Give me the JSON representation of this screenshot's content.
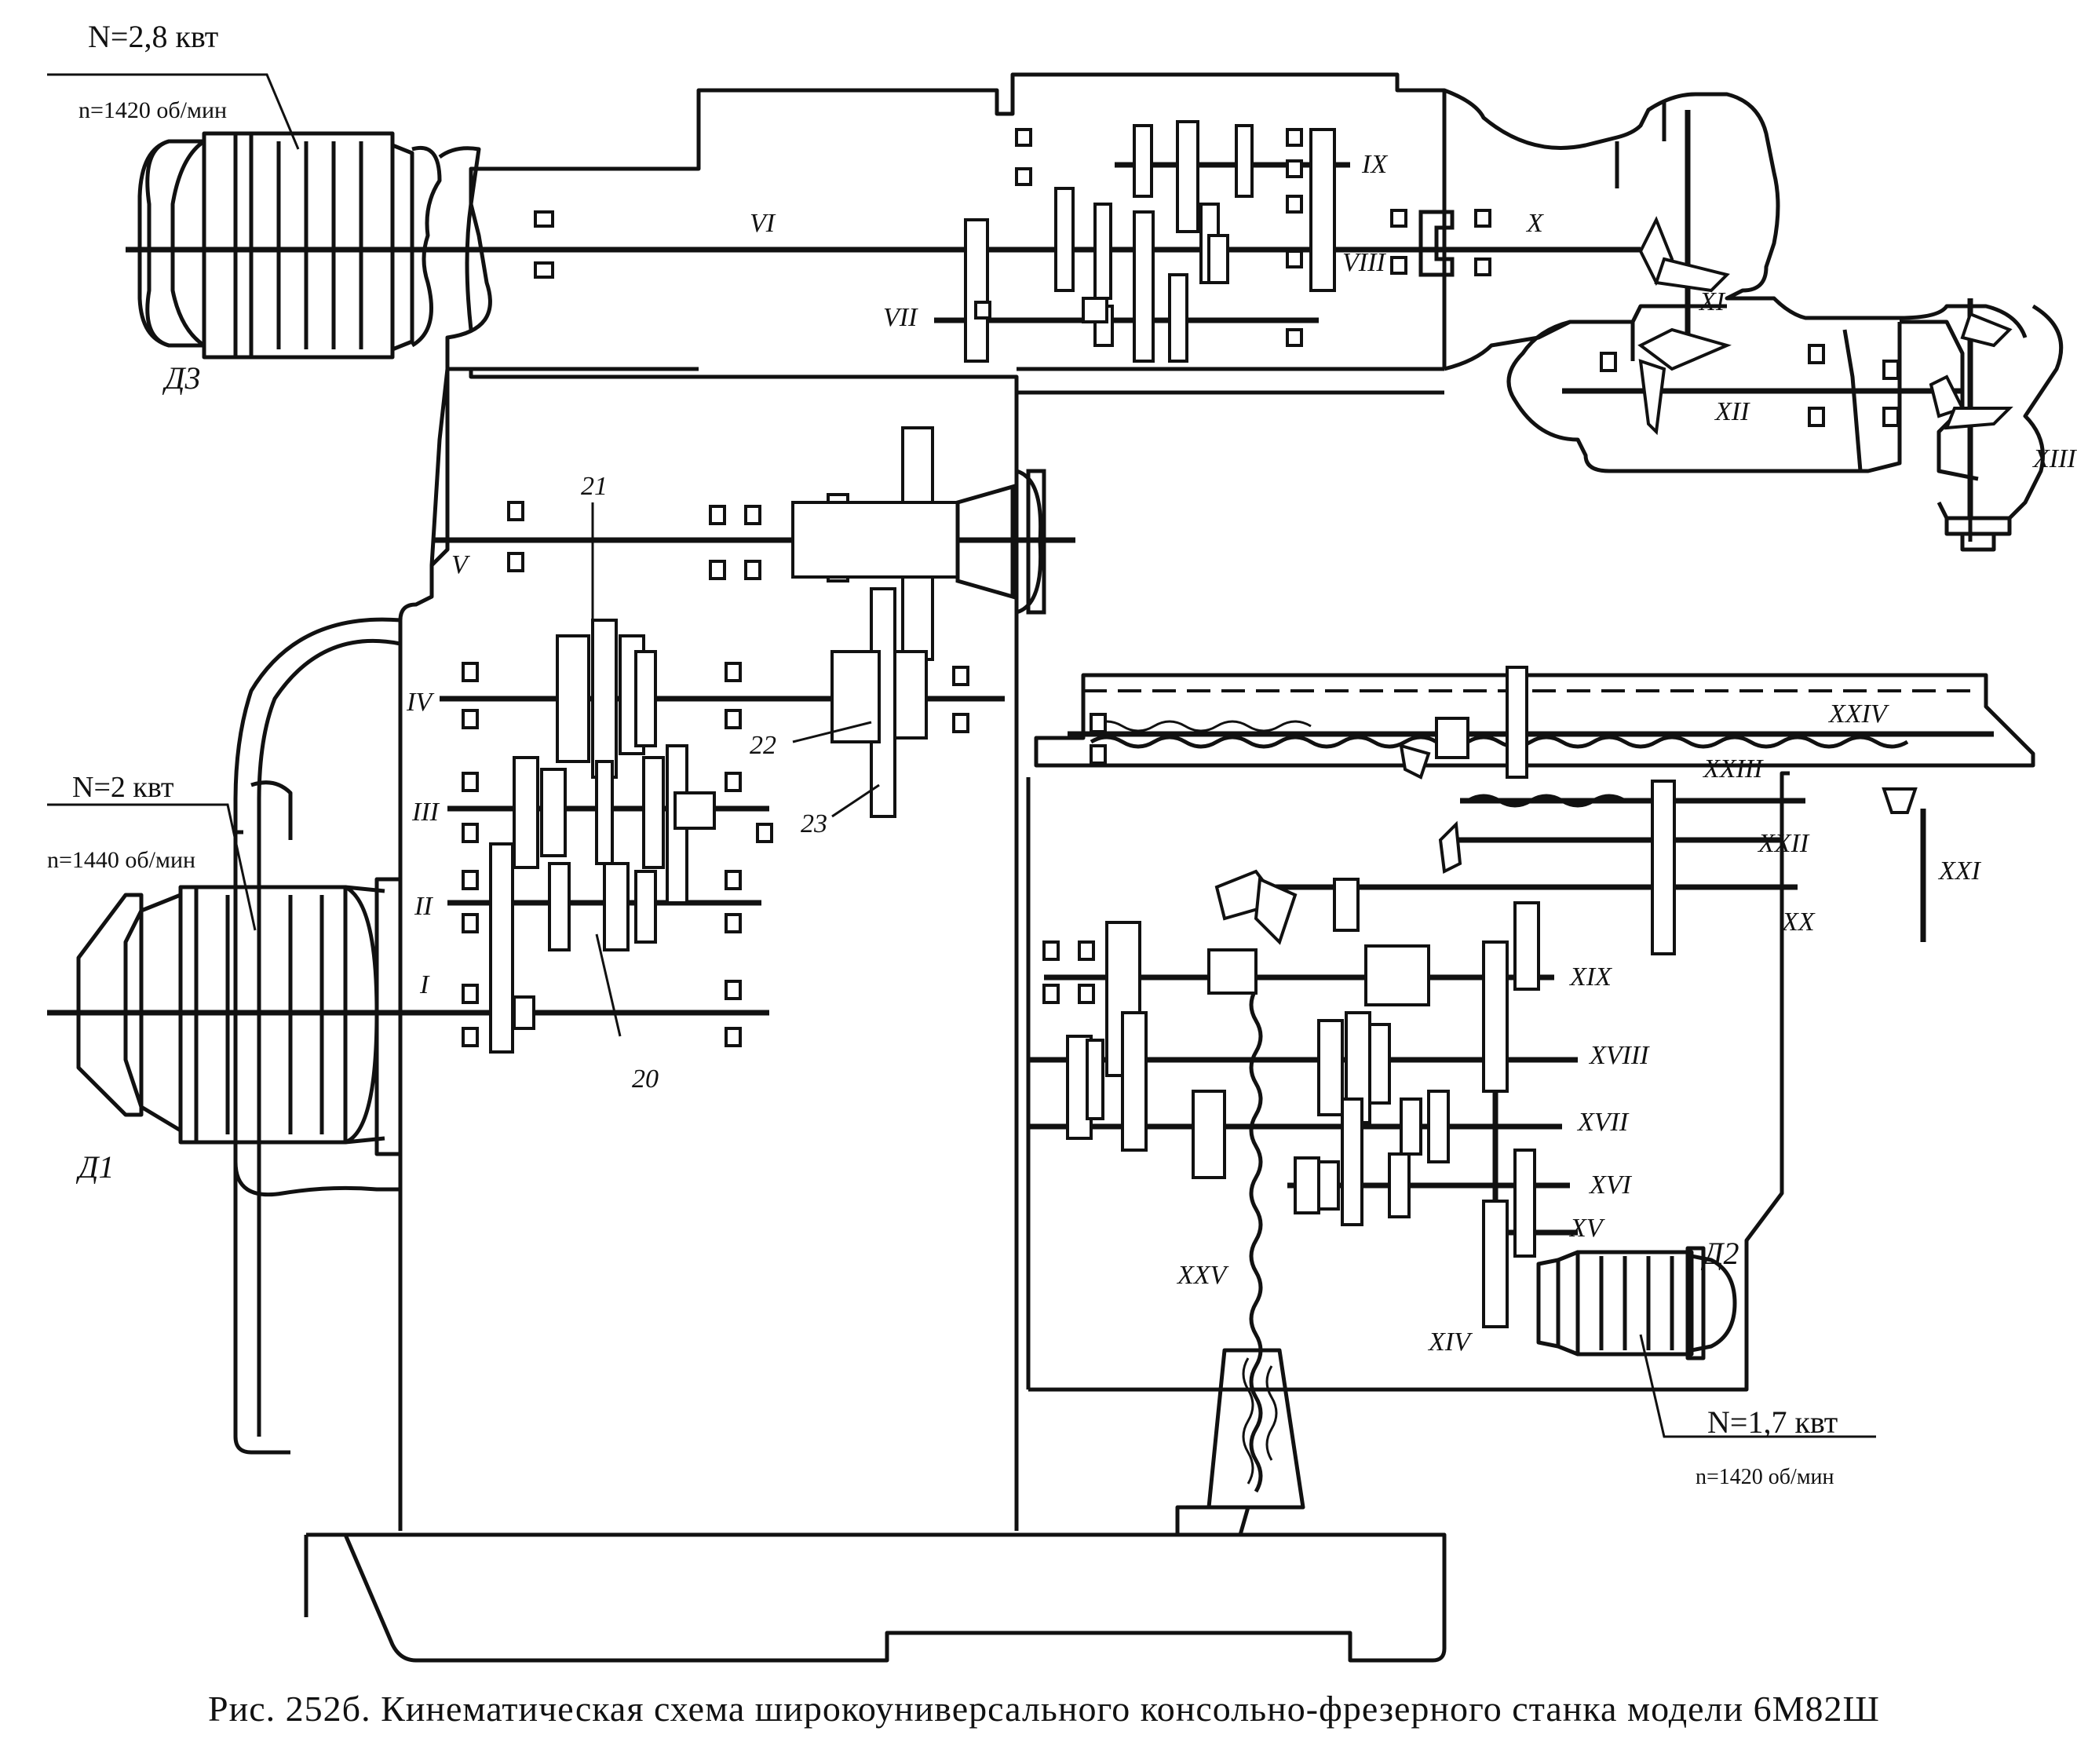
{
  "motors": {
    "spindle": {
      "power": "N=2,8 квт",
      "speed": "n=1420 об/мин",
      "name": "Д3"
    },
    "main": {
      "power": "N=2 квт",
      "speed": "n=1440 об/мин",
      "name": "Д1"
    },
    "feed": {
      "power": "N=1,7 квт",
      "speed": "n=1420 об/мин",
      "name": "Д2"
    }
  },
  "shafts": [
    "I",
    "II",
    "III",
    "IV",
    "V",
    "VI",
    "VII",
    "VIII",
    "IX",
    "X",
    "XI",
    "XII",
    "XIII",
    "XIV",
    "XV",
    "XVI",
    "XVII",
    "XVIII",
    "XIX",
    "XX",
    "XXI",
    "XXII",
    "XXIII",
    "XXIV",
    "XXV"
  ],
  "part_numbers": [
    "20",
    "21",
    "22",
    "23"
  ],
  "caption": "Рис. 252б. Кинематическая схема широкоуниверсального консольно-фрезерного станка модели 6М82Ш"
}
